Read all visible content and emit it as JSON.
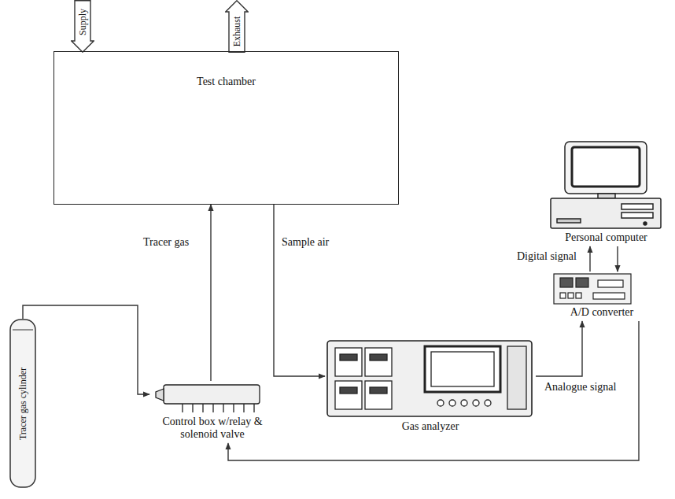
{
  "diagram": {
    "nodes": [
      {
        "text": [
          "Supply"
        ]
      },
      {
        "text": [
          "Exhaust"
        ]
      },
      {
        "text": [
          "Test chamber"
        ]
      },
      {
        "text": [
          "Personal computer"
        ]
      },
      {
        "text": [
          "A/D converter"
        ]
      },
      {
        "text": [
          "Tracer gas cylinder"
        ]
      },
      {
        "text": [
          "Control box w/relay & solenoid valve"
        ]
      },
      {
        "text": [
          "Gas analyzer"
        ]
      }
    ],
    "edges": [
      {
        "from": 5,
        "to": 6,
        "arrow": "to"
      },
      {
        "from": 6,
        "to": 2,
        "label": "Tracer gas",
        "arrow": "to"
      },
      {
        "from": 2,
        "to": 7,
        "label": "Sample air",
        "arrow": "to"
      },
      {
        "from": 7,
        "to": 4,
        "label": "Analogue signal",
        "arrow": "to"
      },
      {
        "from": 4,
        "to": 3,
        "label": "Digital signal",
        "arrow": "to"
      },
      {
        "from": 3,
        "to": 4,
        "arrow": "to"
      },
      {
        "from": 4,
        "to": 6,
        "arrow": "to"
      }
    ]
  }
}
